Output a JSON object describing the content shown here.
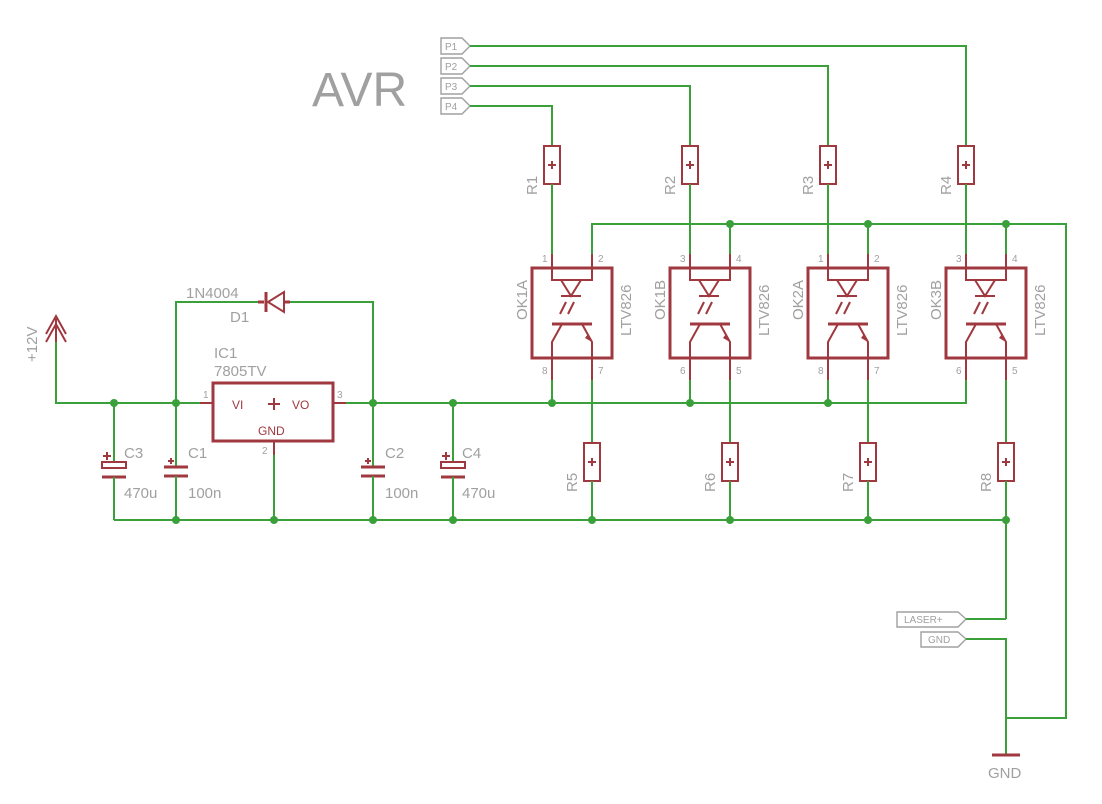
{
  "title": "AVR",
  "ports_in": [
    "P1",
    "P2",
    "P3",
    "P4"
  ],
  "ports_out": [
    "LASER+",
    "GND"
  ],
  "power": {
    "vin_label": "+12V",
    "gnd_label": "GND"
  },
  "regulator": {
    "name": "IC1",
    "value": "7805TV",
    "pin_vi": "VI",
    "pin_vo": "VO",
    "pin_gnd": "GND",
    "pin1": "1",
    "pin2": "2",
    "pin3": "3"
  },
  "diode": {
    "name": "D1",
    "value": "1N4004"
  },
  "capacitors": [
    {
      "name": "C3",
      "value": "470u"
    },
    {
      "name": "C1",
      "value": "100n"
    },
    {
      "name": "C2",
      "value": "100n"
    },
    {
      "name": "C4",
      "value": "470u"
    }
  ],
  "input_resistors": [
    "R1",
    "R2",
    "R3",
    "R4"
  ],
  "output_resistors": [
    "R5",
    "R6",
    "R7",
    "R8"
  ],
  "optocouplers": [
    {
      "name": "OK1A",
      "value": "LTV826",
      "pins": [
        "1",
        "2",
        "8",
        "7"
      ]
    },
    {
      "name": "OK1B",
      "value": "LTV826",
      "pins": [
        "3",
        "4",
        "6",
        "5"
      ]
    },
    {
      "name": "OK2A",
      "value": "LTV826",
      "pins": [
        "1",
        "2",
        "8",
        "7"
      ]
    },
    {
      "name": "OK3B",
      "value": "LTV826",
      "pins": [
        "3",
        "4",
        "6",
        "5"
      ]
    }
  ]
}
